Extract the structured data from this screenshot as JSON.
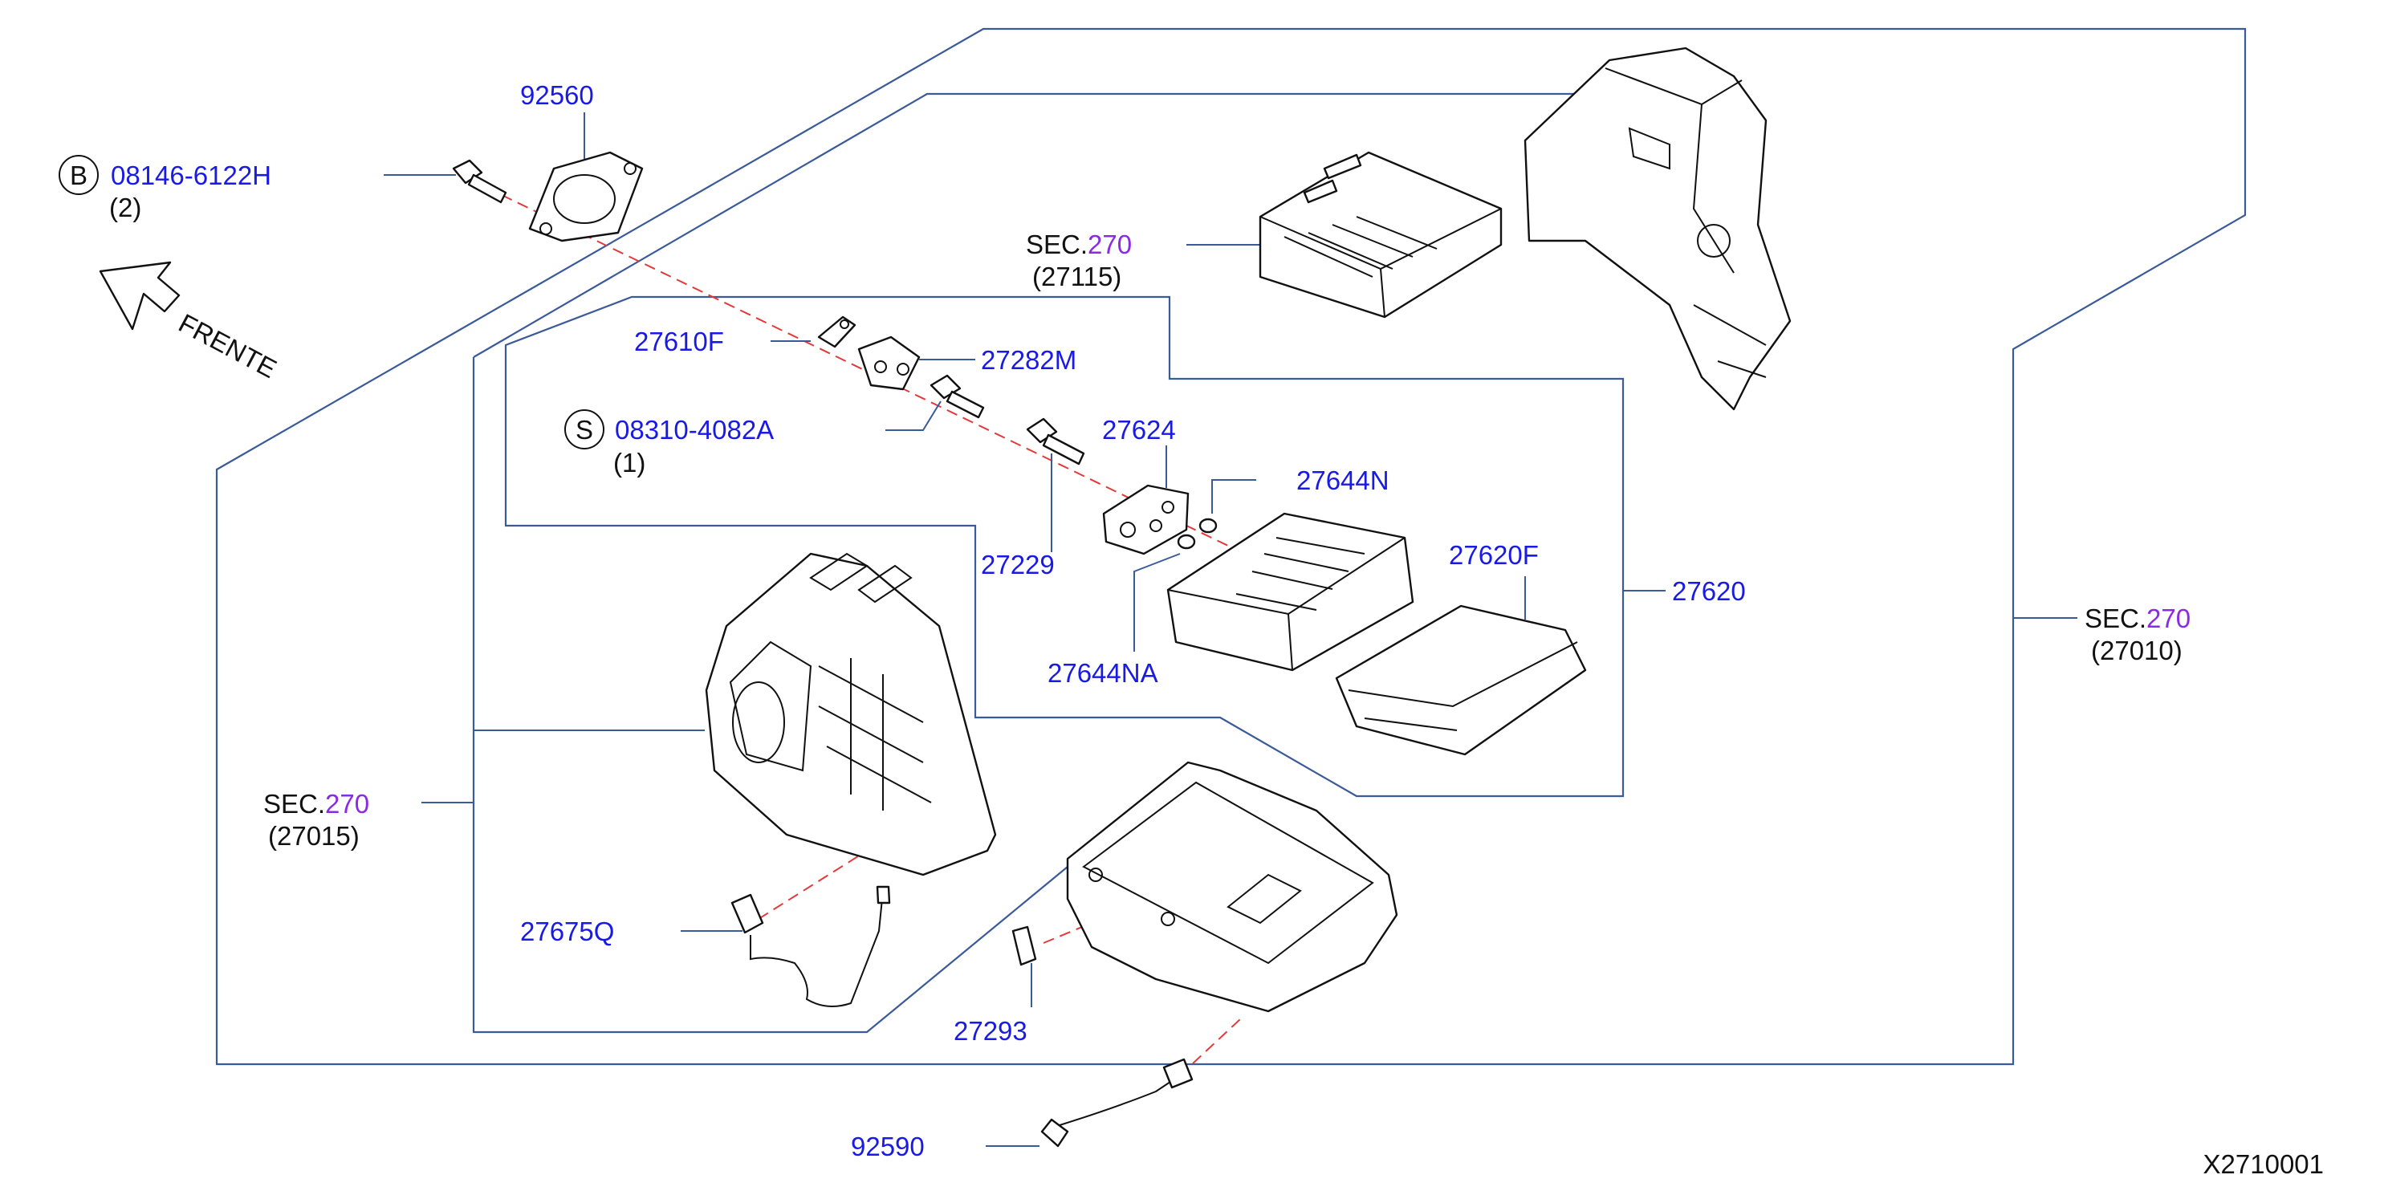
{
  "diagram_id": "X2710001",
  "orientation": {
    "label": "FRENTE"
  },
  "colors": {
    "part_number": "#1a1ae6",
    "section_ref": "#8a2be2",
    "leader": "#3a5a9a",
    "dashed_guide": "#e23a3a",
    "ink": "#111111"
  },
  "callouts": {
    "bolt_b": {
      "symbol": "B",
      "code": "08146-6122H",
      "qty": "(2)"
    },
    "screw_s": {
      "symbol": "S",
      "code": "08310-4082A",
      "qty": "(1)"
    },
    "p92560": "92560",
    "p27610F": "27610F",
    "p27282M": "27282M",
    "p27624": "27624",
    "p27644N": "27644N",
    "p27229": "27229",
    "p27644NA": "27644NA",
    "p27620F": "27620F",
    "p27620": "27620",
    "p27675Q": "27675Q",
    "p27293": "27293",
    "p92590": "92590"
  },
  "section_refs": {
    "heater_core": {
      "prefix": "SEC.",
      "number": "270",
      "sub": "(27115)"
    },
    "outer_box": {
      "prefix": "SEC.",
      "number": "270",
      "sub": "(27010)"
    },
    "left_case": {
      "prefix": "SEC.",
      "number": "270",
      "sub": "(27015)"
    }
  }
}
